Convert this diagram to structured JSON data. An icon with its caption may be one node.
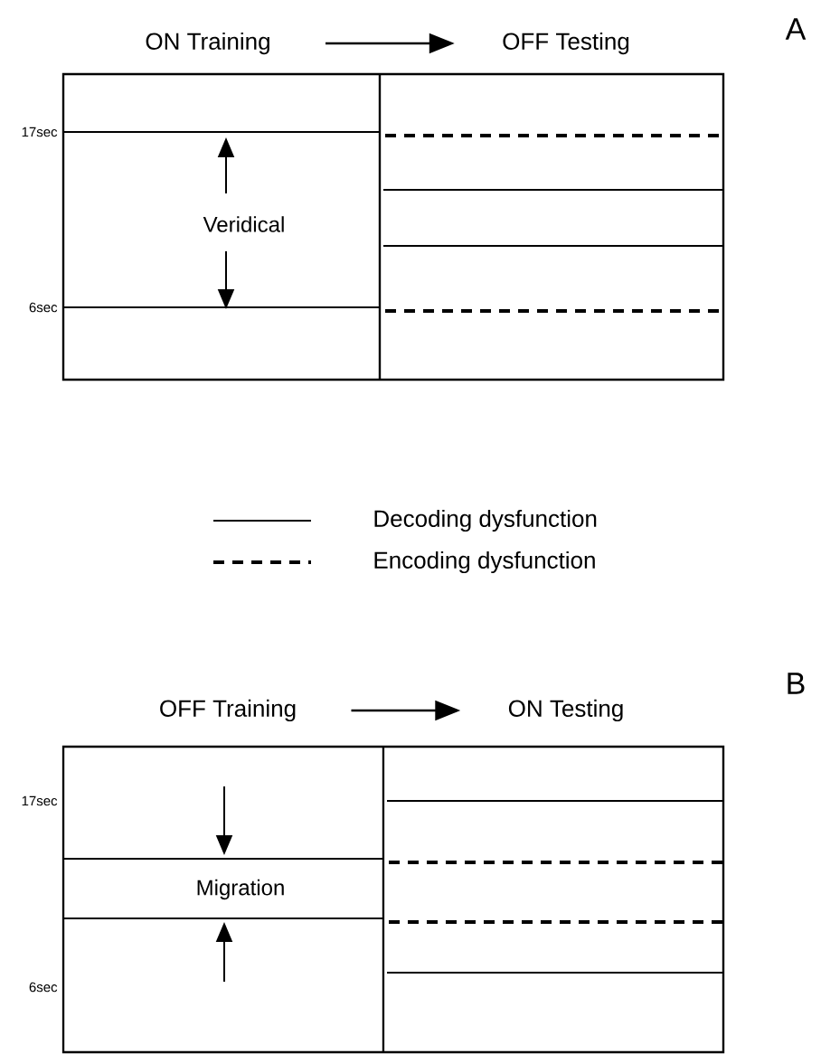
{
  "diagram": {
    "nodes": [
      {
        "text": [
          "ON Training"
        ]
      },
      {
        "text": [
          "OFF Testing"
        ]
      },
      {
        "text": [
          "OFF Training"
        ]
      },
      {
        "text": [
          "ON Testing"
        ]
      }
    ],
    "edges": [
      {
        "from": 0,
        "to": 1,
        "arrow": "to"
      },
      {
        "from": 2,
        "to": 3,
        "arrow": "to"
      }
    ],
    "labels": [
      "A",
      "17sec",
      "Veridical",
      "6sec",
      "B",
      "17sec",
      "Migration",
      "6sec"
    ],
    "legend": [
      {
        "text": "Decoding dysfunction"
      },
      {
        "text": "Encoding dysfunction"
      }
    ]
  }
}
